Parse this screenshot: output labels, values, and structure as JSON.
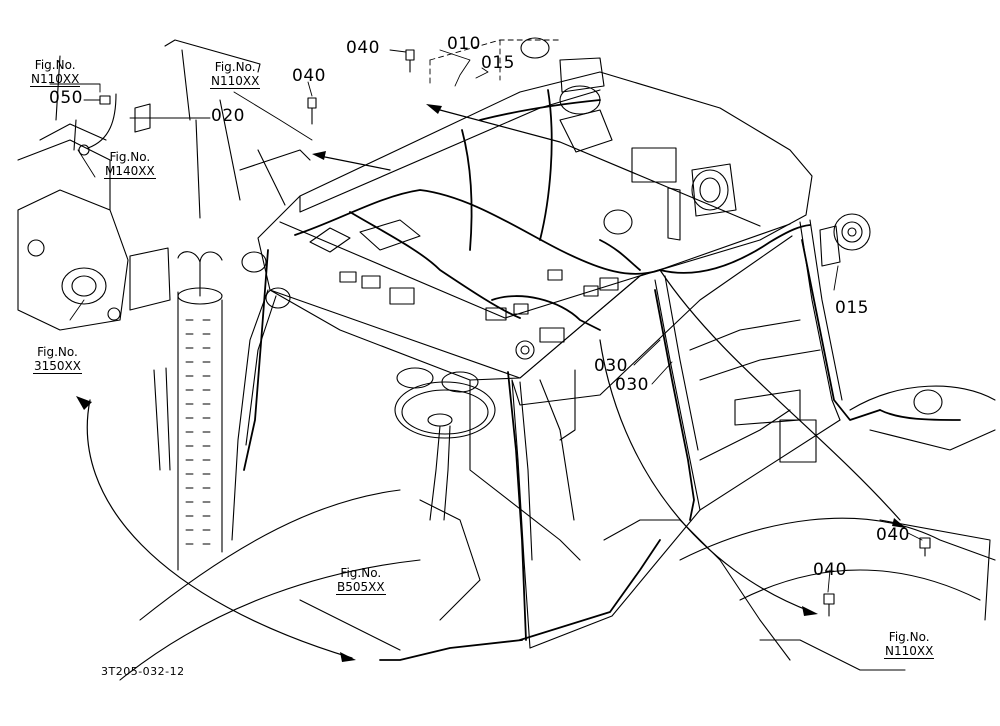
{
  "parts": {
    "p010": "010",
    "p015a": "015",
    "p015b": "015",
    "p020": "020",
    "p030a": "030",
    "p030b": "030",
    "p040a": "040",
    "p040b": "040",
    "p040c": "040",
    "p040d": "040",
    "p050": "050"
  },
  "figs": {
    "f1": {
      "prefix": "Fig.No.",
      "ref": "N110XX"
    },
    "f2": {
      "prefix": "Fig.No.",
      "ref": "N110XX"
    },
    "f3": {
      "prefix": "Fig.No.",
      "ref": "M140XX"
    },
    "f4": {
      "prefix": "Fig.No.",
      "ref": "3150XX"
    },
    "f5": {
      "prefix": "Fig.No.",
      "ref": "B505XX"
    },
    "f6": {
      "prefix": "Fig.No.",
      "ref": "N110XX"
    }
  },
  "drawing_code": "3T205-032-12"
}
